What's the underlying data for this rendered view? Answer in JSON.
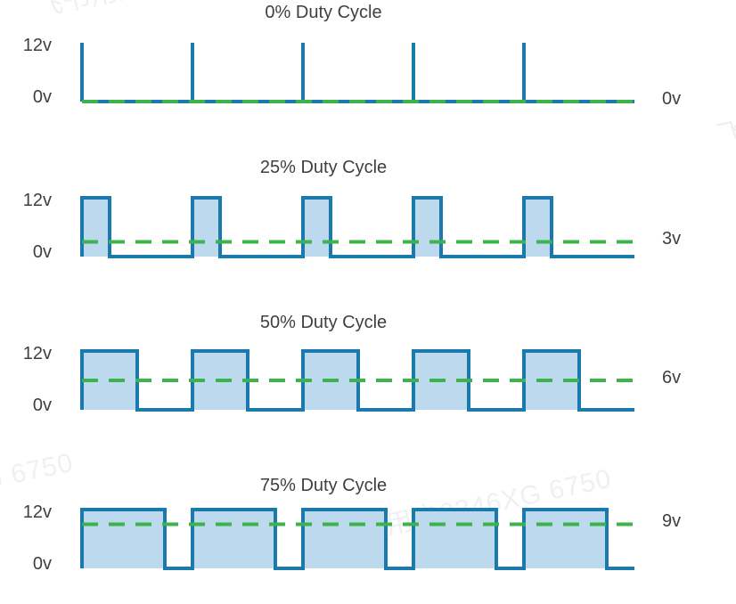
{
  "figure": {
    "description": "PWM duty cycle comparison figure with four square-wave plots",
    "watermark": {
      "text": "飞书用户3346XG 6750"
    }
  },
  "colors": {
    "wave_stroke": "#1a79ad",
    "wave_fill": "#bcd9ee",
    "avg_line": "#3cb44b",
    "text": "#3f3f3f",
    "watermark": "#eef0f3",
    "background": "#ffffff"
  },
  "chart_data": [
    {
      "type": "line",
      "waveform": "square",
      "title": "0% Duty Cycle",
      "duty_cycle_percent": 0,
      "high_voltage": 12,
      "low_voltage": 0,
      "periods_shown": 5,
      "average_voltage": 0,
      "average_label": "0v",
      "average_line_style": "dashed",
      "y_axis_labels": [
        "12v",
        "0v"
      ],
      "ylim": [
        0,
        12
      ],
      "grid": false
    },
    {
      "type": "line",
      "waveform": "square",
      "title": "25% Duty Cycle",
      "duty_cycle_percent": 25,
      "high_voltage": 12,
      "low_voltage": 0,
      "periods_shown": 5,
      "average_voltage": 3,
      "average_label": "3v",
      "average_line_style": "dashed",
      "y_axis_labels": [
        "12v",
        "0v"
      ],
      "ylim": [
        0,
        12
      ],
      "grid": false
    },
    {
      "type": "line",
      "waveform": "square",
      "title": "50% Duty Cycle",
      "duty_cycle_percent": 50,
      "high_voltage": 12,
      "low_voltage": 0,
      "periods_shown": 5,
      "average_voltage": 6,
      "average_label": "6v",
      "average_line_style": "dashed",
      "y_axis_labels": [
        "12v",
        "0v"
      ],
      "ylim": [
        0,
        12
      ],
      "grid": false
    },
    {
      "type": "line",
      "waveform": "square",
      "title": "75% Duty Cycle",
      "duty_cycle_percent": 75,
      "high_voltage": 12,
      "low_voltage": 0,
      "periods_shown": 5,
      "average_voltage": 9,
      "average_label": "9v",
      "average_line_style": "dashed",
      "y_axis_labels": [
        "12v",
        "0v"
      ],
      "ylim": [
        0,
        12
      ],
      "grid": false
    }
  ]
}
